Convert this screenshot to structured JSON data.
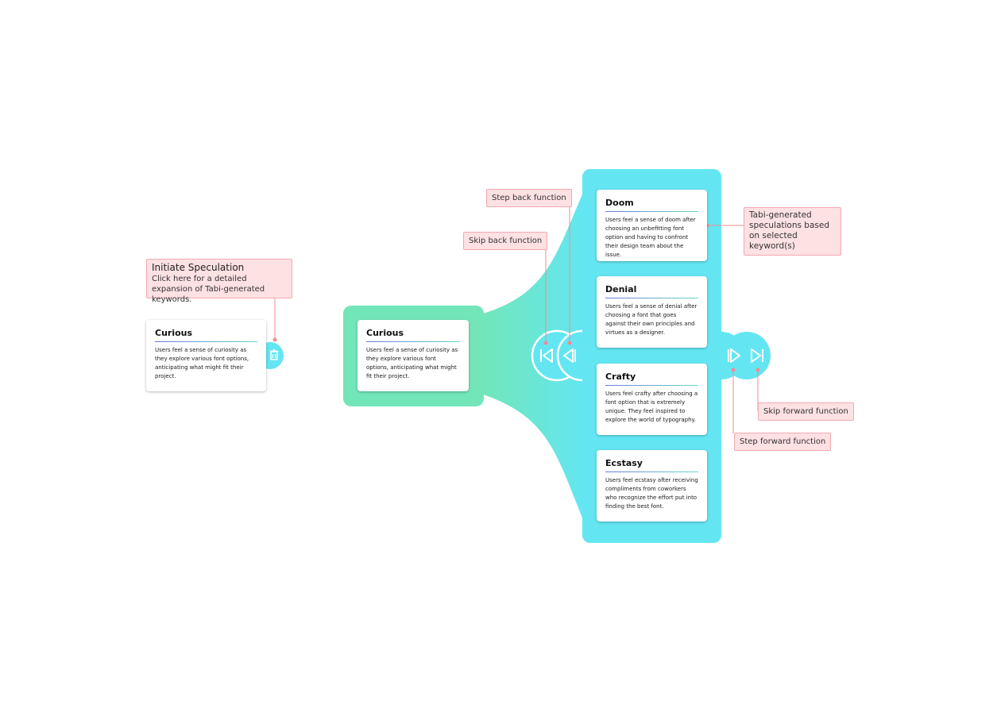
{
  "colors": {
    "cyan": "#63e6f2",
    "green": "#72e6b9",
    "callout_fill": "#fde1e3",
    "callout_border": "#f3a9b0",
    "connector": "#f28b94"
  },
  "left_card": {
    "title": "Curious",
    "body": "Users feel a sense of curiosity as they explore various font options, anticipating what might fit their project."
  },
  "center_card": {
    "title": "Curious",
    "body": "Users feel a sense of curiosity as they explore various font options, anticipating what might fit their project."
  },
  "speculation_cards": [
    {
      "title": "Doom",
      "body": "Users feel a sense of doom after choosing an unbefitting font option and having to confront their design team about the issue."
    },
    {
      "title": "Denial",
      "body": "Users feel a sense of denial after choosing a font that goes against their own principles and virtues as a designer."
    },
    {
      "title": "Crafty",
      "body": "Users feel crafty after choosing a font option that is extremely unique. They feel inspired to explore the world of typography."
    },
    {
      "title": "Ecstasy",
      "body": "Users feel ecstasy after receiving compliments from coworkers who recognize the effort put into finding the best font."
    }
  ],
  "callouts": {
    "initiate_title": "Initiate Speculation",
    "initiate_body": "Click here for a detailed expansion of Tabi-generated keywords.",
    "step_back": "Step back function",
    "skip_back": "Skip back function",
    "tabi_generated": "Tabi-generated speculations based on selected keyword(s)",
    "skip_forward": "Skip forward function",
    "step_forward": "Step forward function"
  },
  "icons": {
    "initiate": "trash-icon",
    "skip_back": "skip-back-icon",
    "step_back": "step-back-icon",
    "step_forward": "step-forward-icon",
    "skip_forward": "skip-forward-icon"
  }
}
